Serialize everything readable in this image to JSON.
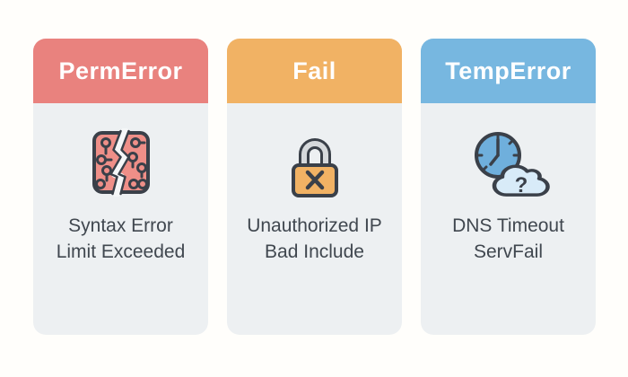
{
  "cards": [
    {
      "title": "PermError",
      "icon": "broken-circuit-icon",
      "lines": [
        "Syntax Error",
        "Limit Exceeded"
      ]
    },
    {
      "title": "Fail",
      "icon": "lock-x-icon",
      "lines": [
        "Unauthorized IP",
        "Bad Include"
      ]
    },
    {
      "title": "TempError",
      "icon": "clock-cloud-icon",
      "lines": [
        "DNS Timeout",
        "ServFail"
      ]
    }
  ],
  "colors": {
    "page_background": "#fffefb",
    "card_body": "#edf0f2",
    "outline_dark": "#3a4049",
    "body_text": "#40474f",
    "header_text": "#ffffff",
    "permerror_accent": "#e9827e",
    "fail_accent": "#f1b264",
    "temperror_accent": "#77b7e0",
    "circuit_fill": "#ef8f88",
    "lock_body_fill": "#f1b264",
    "lock_shackle": "#d6d9dc",
    "clock_fill": "#6fafdc",
    "cloud_fill": "#d8ebf8"
  }
}
